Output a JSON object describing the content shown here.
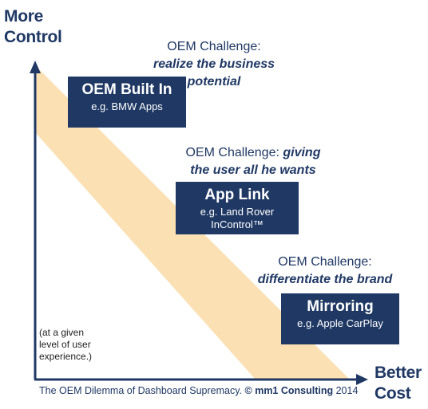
{
  "axes": {
    "y_title_line1": "More",
    "y_title_line2": "Control",
    "x_title_line1": "Better",
    "x_title_line2": "Cost"
  },
  "colors": {
    "navy": "#1f3864",
    "band": "#fbe0b4"
  },
  "boxes": [
    {
      "title": "OEM Built In",
      "subtitle_line1": "e.g. BMW Apps",
      "subtitle_line2": ""
    },
    {
      "title": "App Link",
      "subtitle_line1": "e.g. Land Rover",
      "subtitle_line2": "InControl™"
    },
    {
      "title": "Mirroring",
      "subtitle_line1": "e.g. Apple CarPlay",
      "subtitle_line2": ""
    }
  ],
  "challenges": [
    {
      "prefix": "OEM Challenge:",
      "bold_same_line": "",
      "bold_line2": "realize the business",
      "bold_line3": "potential"
    },
    {
      "prefix": "OEM Challenge:",
      "bold_same_line": "giving",
      "bold_line2": "the user all he wants",
      "bold_line3": ""
    },
    {
      "prefix": "OEM Challenge:",
      "bold_same_line": "",
      "bold_line2": "differentiate the brand",
      "bold_line3": ""
    }
  ],
  "note": {
    "line1": "(at a given",
    "line2": "level of user",
    "line3": "experience.)"
  },
  "caption": {
    "text": "The OEM Dilemma of Dashboard Supremacy.",
    "brand": "© mm1 Consulting",
    "year": "2014"
  }
}
